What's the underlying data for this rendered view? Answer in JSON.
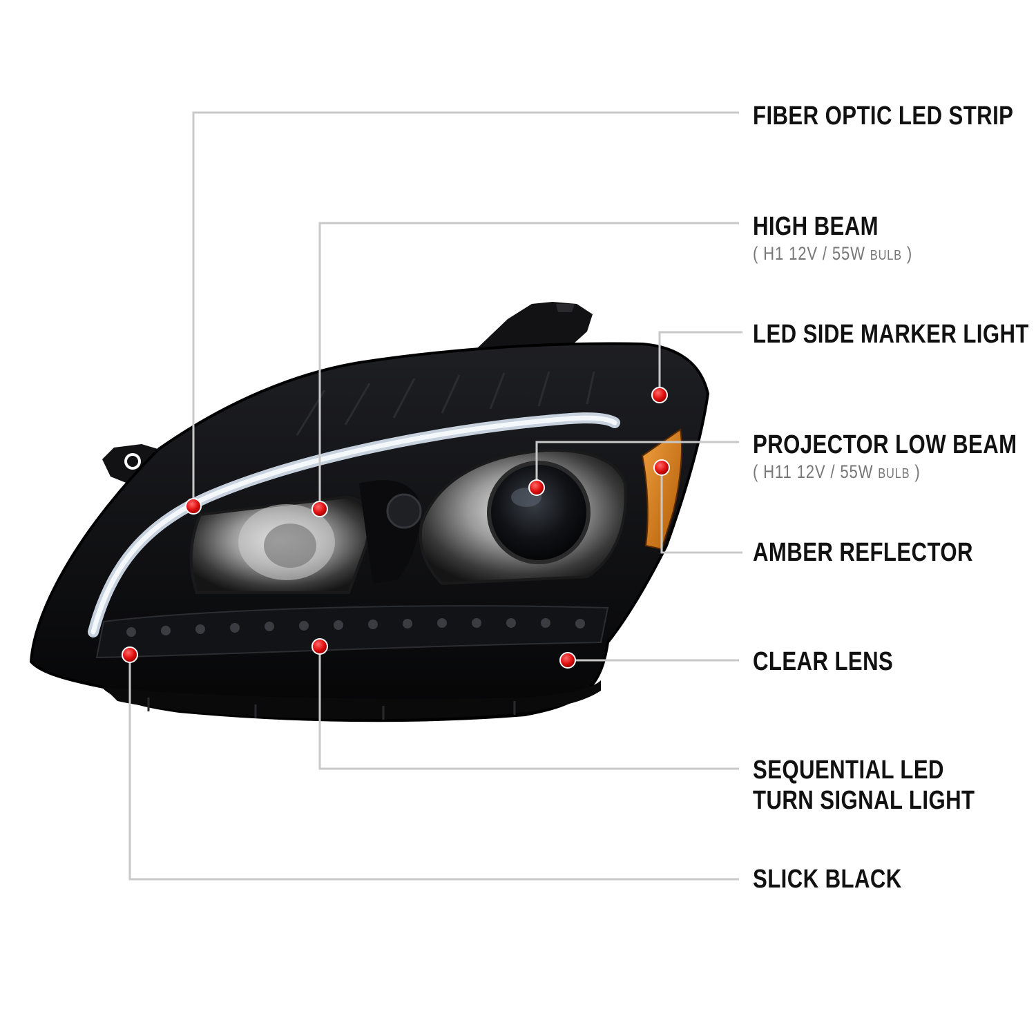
{
  "callouts": [
    {
      "id": "fiber",
      "label": "FIBER OPTIC LED STRIP"
    },
    {
      "id": "high",
      "label": "HIGH BEAM",
      "sub_open": "( H1  12V / 55W ",
      "sub_small": "BULB",
      "sub_close": " )"
    },
    {
      "id": "marker",
      "label": "LED SIDE MARKER LIGHT"
    },
    {
      "id": "proj",
      "label": "PROJECTOR LOW BEAM",
      "sub_open": "( H11  12V / 55W ",
      "sub_small": "BULB",
      "sub_close": " )"
    },
    {
      "id": "amber",
      "label": "AMBER REFLECTOR"
    },
    {
      "id": "clear",
      "label": "CLEAR LENS"
    },
    {
      "id": "seq",
      "label_line1": "SEQUENTIAL LED",
      "label_line2": "TURN SIGNAL LIGHT"
    },
    {
      "id": "slick",
      "label": "SLICK BLACK"
    }
  ],
  "colors": {
    "background": "#ffffff",
    "leader_line": "#c8c8c8",
    "marker_dot": "#e01010",
    "housing": "#0d0d0f",
    "amber": "#d9801a",
    "led_strip": "#e6ecf2",
    "label_text": "#111111",
    "sub_text": "#777777"
  }
}
